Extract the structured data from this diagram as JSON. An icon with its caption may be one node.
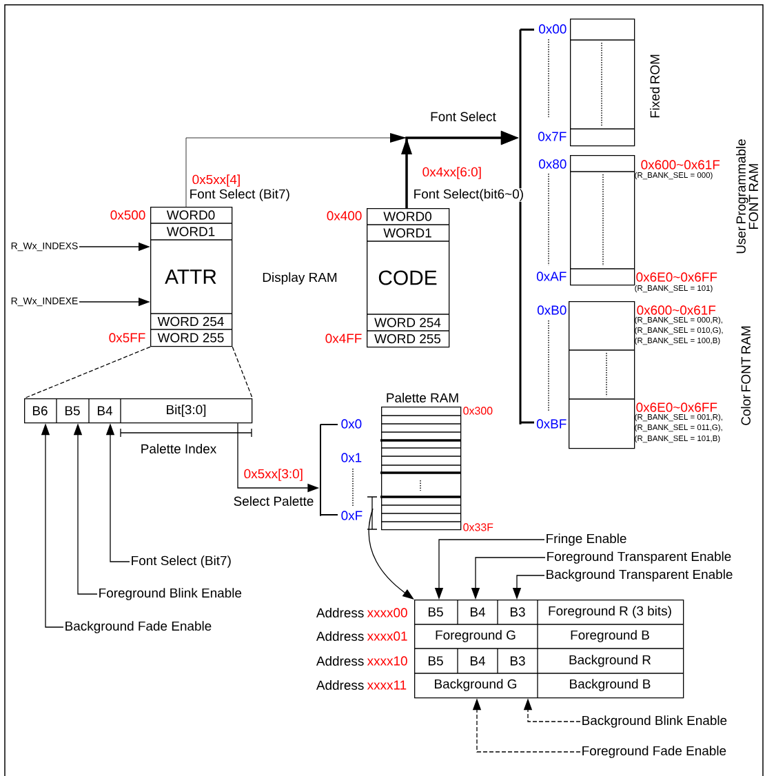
{
  "diagram": {
    "nodes": [
      {
        "text": [
          "WORD0",
          "WORD1",
          "ATTR",
          "WORD 254",
          "WORD 255"
        ],
        "beside": [
          "0x500",
          "0x5FF"
        ]
      },
      {
        "text": [
          "WORD0",
          "WORD1",
          "CODE",
          "WORD 254",
          "WORD 255"
        ],
        "beside": [
          "0x400",
          "0x4FF"
        ]
      },
      {
        "text": [
          "Fixed ROM"
        ],
        "beside": [
          "0x00",
          "0x7F"
        ]
      },
      {
        "text": [],
        "shape": "box",
        "beside": [
          "0x80",
          "0x600~0x61F",
          "(R_BANK_SEL = 000)",
          "0xAF",
          "0x6E0~0x6FF",
          "(R_BANK_SEL = 101)",
          "User Programmable FONT RAM"
        ]
      },
      {
        "text": [],
        "shape": "box",
        "beside": [
          "0xB0",
          "0x600~0x61F",
          "(R_BANK_SEL = 000,R),",
          "(R_BANK_SEL = 010,G),",
          "(R_BANK_SEL = 100,B)",
          "0xBF",
          "0x6E0~0x6FF",
          "(R_BANK_SEL = 001,R),",
          "(R_BANK_SEL = 011,G),",
          "(R_BANK_SEL = 101,B)",
          "Color FONT RAM"
        ]
      },
      {
        "text": [],
        "shape": "bar"
      },
      {
        "text": [
          "B6",
          "B5",
          "B4",
          "Bit[3:0]"
        ]
      },
      {
        "text": [],
        "shape": "bar",
        "beside": [
          "0x0",
          "0x1",
          "0xF"
        ]
      },
      {
        "text": [
          "Palette RAM"
        ],
        "beside": [
          "0x300",
          "0x33F"
        ]
      },
      {
        "text": [
          "B5",
          "B4",
          "B3",
          "Foreground R (3 bits)",
          "Foreground G",
          "Foreground B",
          "B5",
          "B4",
          "B3",
          "Background R",
          "Background G",
          "Background B"
        ],
        "beside": [
          "Address",
          "xxxx00",
          "Address",
          "xxxx01",
          "Address",
          "xxxx10",
          "Address",
          "xxxx11"
        ]
      },
      {
        "text": [
          "R_Wx_INDEXS"
        ]
      },
      {
        "text": [
          "R_Wx_INDEXE"
        ]
      },
      {
        "text": [
          "Font Select (Bit7)"
        ]
      },
      {
        "text": [
          "Foreground Blink Enable"
        ]
      },
      {
        "text": [
          "Background Fade Enable"
        ]
      },
      {
        "text": [
          "Fringe Enable"
        ]
      },
      {
        "text": [
          "Foreground Transparent Enable"
        ]
      },
      {
        "text": [
          "Background Transparent Enable"
        ]
      },
      {
        "text": [
          "Background Blink Enable"
        ]
      },
      {
        "text": [
          "Foreground Fade Enable"
        ]
      }
    ],
    "edges": [
      {
        "from": 0,
        "to": 5,
        "arrow": "to",
        "label": "Font Select (Bit7)"
      },
      {
        "from": 1,
        "to": 5,
        "arrow": "to",
        "style": "thick",
        "label": "Font Select(bit6~0)"
      },
      {
        "from": 10,
        "to": 0,
        "arrow": "to"
      },
      {
        "from": 11,
        "to": 0,
        "arrow": "to"
      },
      {
        "from": 0,
        "to": 6,
        "arrow": "none",
        "style": "dashed"
      },
      {
        "from": 0,
        "to": 6,
        "arrow": "none",
        "style": "dashed"
      },
      {
        "from": 6,
        "to": 7,
        "arrow": "to",
        "label": "0x5xx[3:0]"
      },
      {
        "from": 8,
        "to": 9,
        "arrow": "to"
      },
      {
        "from": 12,
        "to": 6,
        "arrow": "to"
      },
      {
        "from": 13,
        "to": 6,
        "arrow": "to"
      },
      {
        "from": 14,
        "to": 6,
        "arrow": "to"
      },
      {
        "from": 15,
        "to": 9,
        "arrow": "to"
      },
      {
        "from": 16,
        "to": 9,
        "arrow": "to"
      },
      {
        "from": 17,
        "to": 9,
        "arrow": "to"
      },
      {
        "from": 18,
        "to": 9,
        "arrow": "to",
        "style": "dashed"
      },
      {
        "from": 19,
        "to": 9,
        "arrow": "to",
        "style": "dashed"
      }
    ],
    "labels": [
      "Font Select",
      "0x4xx[6:0]",
      "0x5xx[4]",
      "Display RAM",
      "Palette Index",
      "Select Palette"
    ]
  }
}
